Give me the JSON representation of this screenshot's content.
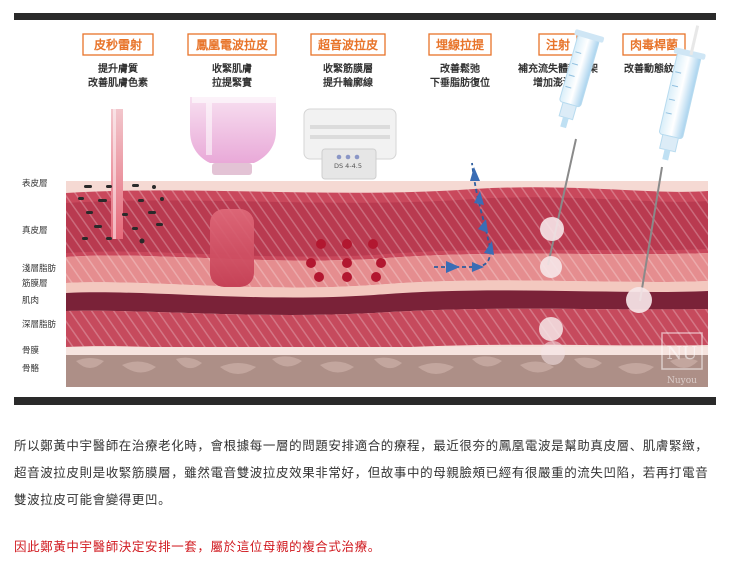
{
  "figure": {
    "treatments": [
      {
        "name": "皮秒雷射",
        "desc1": "提升膚質",
        "desc2": "改善肌膚色素"
      },
      {
        "name": "鳳凰電波拉皮",
        "desc1": "收緊肌膚",
        "desc2": "拉提緊實"
      },
      {
        "name": "超音波拉皮",
        "desc1": "收緊筋膜層",
        "desc2": "提升輪廓線"
      },
      {
        "name": "埋線拉提",
        "desc1": "改善鬆弛",
        "desc2": "下垂脂肪復位"
      },
      {
        "name": "注射",
        "desc1": "補充流失體積骨架",
        "desc2": "增加澎潤度"
      },
      {
        "name": "肉毒桿菌",
        "desc1": "改善動態紋路",
        "desc2": ""
      }
    ],
    "layers": [
      "表皮層",
      "真皮層",
      "淺層脂肪",
      "筋膜層",
      "肌肉",
      "深層脂肪",
      "骨膜",
      "骨骼"
    ],
    "device_label": "DS 4-4.5",
    "watermark_top": "NU",
    "watermark_bottom": "Nuyou",
    "colors": {
      "accent": "#e8742a",
      "border": "#2a2a2a",
      "red": "#d0181e"
    }
  },
  "article": {
    "paragraph1": "所以鄭黃中宇醫師在治療老化時，會根據每一層的問題安排適合的療程，最近很夯的鳳凰電波是幫助真皮層、肌膚緊緻，超音波拉皮則是收緊筋膜層，雖然電音雙波拉皮效果非常好，但故事中的母親臉頰已經有很嚴重的流失凹陷，若再打電音雙波拉皮可能會變得更凹。",
    "paragraph2": "因此鄭黃中宇醫師決定安排一套，屬於這位母親的複合式治療。"
  }
}
